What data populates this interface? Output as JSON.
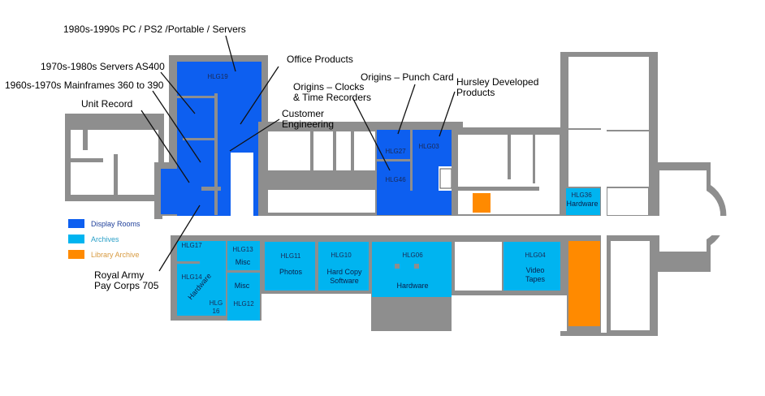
{
  "callouts": {
    "pc_ps2": "1980s-1990s PC / PS2 /Portable / Servers",
    "servers_as400": "1970s-1980s Servers AS400",
    "mainframes": "1960s-1970s Mainframes 360 to 390",
    "unit_record": "Unit Record",
    "office_products": "Office Products",
    "customer_engineering_1": "Customer",
    "customer_engineering_2": "Engineering",
    "origins_clocks_1": "Origins – Clocks",
    "origins_clocks_2": "& Time Recorders",
    "origins_punch": "Origins – Punch Card",
    "hursley_1": "Hursley Developed",
    "hursley_2": "Products",
    "royal_army_1": "Royal Army",
    "royal_army_2": "Pay Corps 705"
  },
  "rooms": {
    "hlg19": "HLG19",
    "hlg27": "HLG27",
    "hlg46": "HLG46",
    "hlg03": "HLG03",
    "hlg36": "HLG36",
    "hlg36_use": "Hardware",
    "hlg17": "HLG17",
    "hlg14": "HLG14",
    "hlg14_use": "Hardware",
    "hlg16_a": "HLG",
    "hlg16_b": "16",
    "hlg13": "HLG13",
    "hlg13_use": "Misc",
    "hlg12_use": "Misc",
    "hlg12": "HLG12",
    "hlg11": "HLG11",
    "hlg11_use": "Photos",
    "hlg10": "HLG10",
    "hlg10_use_1": "Hard Copy",
    "hlg10_use_2": "Software",
    "hlg06": "HLG06",
    "hlg06_use": "Hardware",
    "hlg04": "HLG04",
    "hlg04_use_1": "Video",
    "hlg04_use_2": "Tapes"
  },
  "legend": [
    {
      "label": "Display Rooms",
      "color": "#0d5ff0"
    },
    {
      "label": "Archives",
      "color": "#00b4f0"
    },
    {
      "label": "Library Archive",
      "color": "#ff8a00"
    }
  ]
}
